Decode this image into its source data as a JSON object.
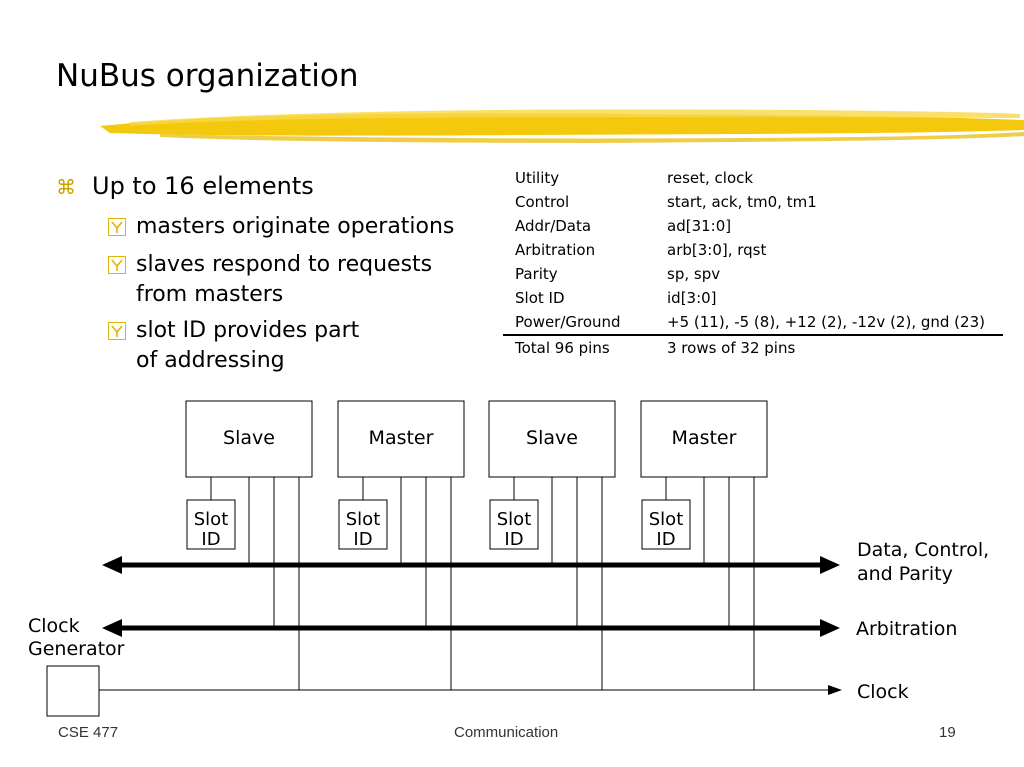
{
  "title": "NuBus organization",
  "bullets": {
    "main": "Up to 16 elements",
    "sub": [
      {
        "lines": [
          "masters originate operations"
        ]
      },
      {
        "lines": [
          "slaves respond to requests",
          "from masters"
        ]
      },
      {
        "lines": [
          "slot ID provides part",
          "of addressing"
        ]
      }
    ]
  },
  "pin_table": {
    "rows": [
      {
        "signal": "Utility",
        "pins": "reset, clock"
      },
      {
        "signal": "Control",
        "pins": "start, ack, tm0, tm1"
      },
      {
        "signal": "Addr/Data",
        "pins": "ad[31:0]"
      },
      {
        "signal": "Arbitration",
        "pins": "arb[3:0], rqst"
      },
      {
        "signal": "Parity",
        "pins": "sp,  spv"
      },
      {
        "signal": "Slot ID",
        "pins": "id[3:0]"
      },
      {
        "signal": "Power/Ground",
        "pins": "+5 (11), -5 (8), +12 (2), -12v (2), gnd (23)"
      }
    ],
    "total": {
      "signal": "Total  96 pins",
      "pins": "3 rows of 32 pins"
    }
  },
  "diagram": {
    "modules": [
      "Slave",
      "Master",
      "Slave",
      "Master"
    ],
    "slot_id": [
      "Slot",
      "ID"
    ],
    "buses": {
      "data": [
        "Data, Control,",
        "and Parity"
      ],
      "arbitration": "Arbitration",
      "clock": "Clock"
    },
    "clock_generator": [
      "Clock",
      "Generator"
    ]
  },
  "footer": {
    "course": "CSE 477",
    "topic": "Communication",
    "page": "19"
  },
  "colors": {
    "brush": "#f2c500",
    "bullet_accent": "#e0b400"
  }
}
